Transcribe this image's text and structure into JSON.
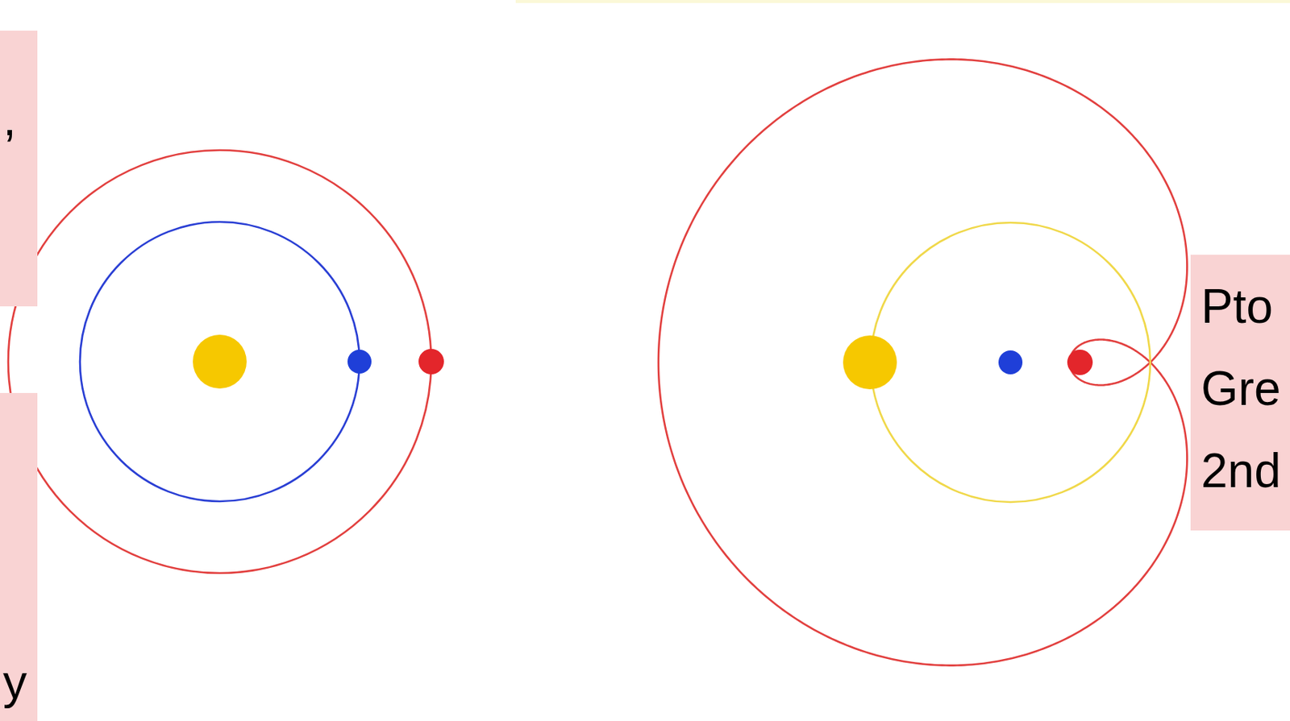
{
  "diagram": {
    "nodes": [
      {
        "text": [
          ","
        ]
      },
      {
        "text": [
          "y"
        ]
      },
      {
        "text": [
          "Pto Gre 2nd"
        ]
      }
    ]
  }
}
